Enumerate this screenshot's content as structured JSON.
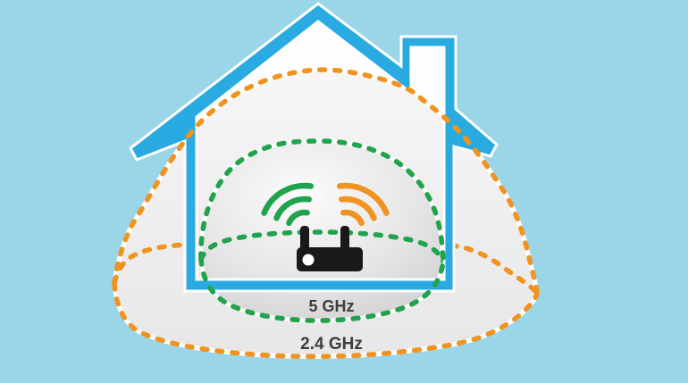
{
  "diagram": {
    "description_colors": {
      "background": "#9ad5e8",
      "house_outline": "#29abe2",
      "house_interior": "#ffffff",
      "router_body": "#191919",
      "router_led": "#ffffff",
      "label_text": "#3d3d3d"
    },
    "coverage": [
      {
        "id": "5ghz",
        "label": "5 GHz",
        "line_color": "#21a24c",
        "fill_color": "#d9d9d9"
      },
      {
        "id": "24ghz",
        "label": "2.4 GHz",
        "line_color": "#f0931f",
        "fill_color": "#ededed"
      }
    ],
    "icons": [
      {
        "name": "wifi-signal-5ghz-icon",
        "color": "#21a24c"
      },
      {
        "name": "wifi-signal-24ghz-icon",
        "color": "#f0931f"
      }
    ]
  }
}
